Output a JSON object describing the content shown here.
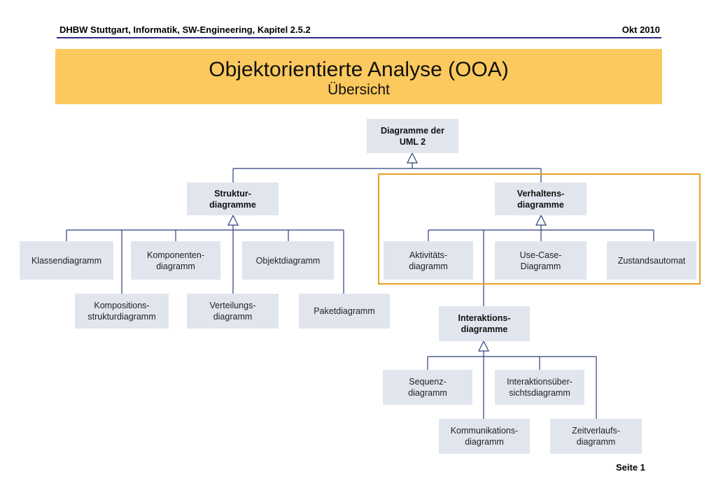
{
  "header": {
    "left": "DHBW Stuttgart, Informatik, SW-Engineering, Kapitel 2.5.2",
    "right": "Okt 2010"
  },
  "banner": {
    "title": "Objektorientierte Analyse (OOA)",
    "subtitle": "Übersicht"
  },
  "diagram": {
    "root": "Diagramme der\nUML 2",
    "struktur": {
      "label": "Struktur-\ndiagramme",
      "children": [
        "Klassendiagramm",
        "Kompositions-\nstrukturdiagramm",
        "Komponenten-\ndiagramm",
        "Verteilungs-\ndiagramm",
        "Objektdiagramm",
        "Paketdiagramm"
      ]
    },
    "verhalten": {
      "label": "Verhaltens-\ndiagramme",
      "children": [
        "Aktivitäts-\ndiagramm",
        "Use-Case-\nDiagramm",
        "Zustandsautomat"
      ]
    },
    "interaktion": {
      "label": "Interaktions-\ndiagramme",
      "children": [
        "Sequenz-\ndiagramm",
        "Kommunikations-\ndiagramm",
        "Interaktionsüber-\nsichtsdiagramm",
        "Zeitverlaufs-\ndiagramm"
      ]
    },
    "highlight_color": "#e8a020",
    "line_color": "#2e3f7a"
  },
  "footer": "Seite 1"
}
